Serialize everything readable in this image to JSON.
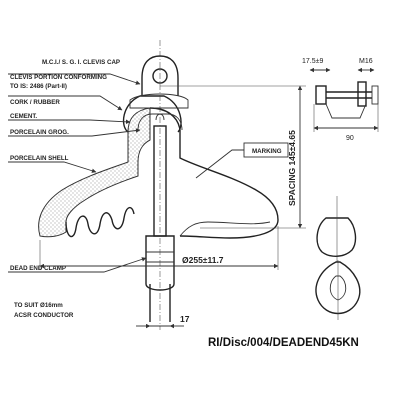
{
  "labels": {
    "clevis_cap": "M.C.I./ S. G. I. CLEVIS CAP",
    "clevis_portion_1": "CLEVIS PORTION CONFORMING",
    "clevis_portion_2": "TO IS: 2486 (Part-II)",
    "cork_rubber": "CORK / RUBBER",
    "cement": "CEMENT.",
    "porcelain_grog": "PORCELAIN GROG.",
    "porcelain_shell": "PORCELAIN SHELL",
    "marking": "MARKING",
    "dead_end_clamp": "DEAD END CLAMP",
    "suit_1": "TO SUIT Ø16mm",
    "suit_2": "ACSR CONDUCTOR"
  },
  "dimensions": {
    "spacing": "SPACING 145±4.65",
    "diameter": "Ø255±11.7",
    "gap": "17",
    "pin_dia": "17.5±9",
    "thread": "M16",
    "width": "90"
  },
  "title": "RI/Disc/004/DEADEND45KN"
}
